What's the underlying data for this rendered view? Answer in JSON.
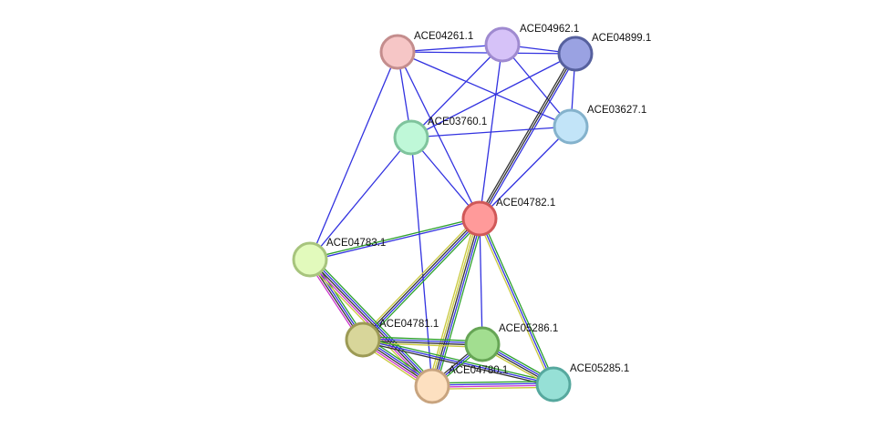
{
  "network": {
    "nodes": [
      {
        "id": "ACE04261.1",
        "label": "ACE04261.1",
        "fill": "#f6c6c6",
        "stroke": "#c48d8d"
      },
      {
        "id": "ACE04962.1",
        "label": "ACE04962.1",
        "fill": "#d6c2f8",
        "stroke": "#9f8ad0"
      },
      {
        "id": "ACE04899.1",
        "label": "ACE04899.1",
        "fill": "#9aa2e2",
        "stroke": "#56609e"
      },
      {
        "id": "ACE03627.1",
        "label": "ACE03627.1",
        "fill": "#c2e4f8",
        "stroke": "#84b2cc"
      },
      {
        "id": "ACE03760.1",
        "label": "ACE03760.1",
        "fill": "#bff8d8",
        "stroke": "#7fc49d"
      },
      {
        "id": "ACE04782.1",
        "label": "ACE04782.1",
        "fill": "#ff9a9a",
        "stroke": "#d05858"
      },
      {
        "id": "ACE04783.1",
        "label": "ACE04783.1",
        "fill": "#e2fabc",
        "stroke": "#a7c47d"
      },
      {
        "id": "ACE04781.1",
        "label": "ACE04781.1",
        "fill": "#d8d69a",
        "stroke": "#9c9a55"
      },
      {
        "id": "ACE05286.1",
        "label": "ACE05286.1",
        "fill": "#a2de90",
        "stroke": "#66a555"
      },
      {
        "id": "ACE04780.1",
        "label": "ACE04780.1",
        "fill": "#fde0c0",
        "stroke": "#c8a47f"
      },
      {
        "id": "ACE05285.1",
        "label": "ACE05285.1",
        "fill": "#96e0d6",
        "stroke": "#56a89e"
      }
    ],
    "edges": [
      {
        "source": "ACE04261.1",
        "target": "ACE04962.1",
        "colors": [
          "#3232e0"
        ]
      },
      {
        "source": "ACE04261.1",
        "target": "ACE04899.1",
        "colors": [
          "#3232e0"
        ]
      },
      {
        "source": "ACE04261.1",
        "target": "ACE03627.1",
        "colors": [
          "#3232e0"
        ]
      },
      {
        "source": "ACE04261.1",
        "target": "ACE03760.1",
        "colors": [
          "#3232e0"
        ]
      },
      {
        "source": "ACE04261.1",
        "target": "ACE04782.1",
        "colors": [
          "#3232e0"
        ]
      },
      {
        "source": "ACE04261.1",
        "target": "ACE04783.1",
        "colors": [
          "#3232e0"
        ]
      },
      {
        "source": "ACE04962.1",
        "target": "ACE04899.1",
        "colors": [
          "#3232e0"
        ]
      },
      {
        "source": "ACE04962.1",
        "target": "ACE03627.1",
        "colors": [
          "#3232e0"
        ]
      },
      {
        "source": "ACE04962.1",
        "target": "ACE03760.1",
        "colors": [
          "#3232e0"
        ]
      },
      {
        "source": "ACE04962.1",
        "target": "ACE04782.1",
        "colors": [
          "#3232e0"
        ]
      },
      {
        "source": "ACE04899.1",
        "target": "ACE03627.1",
        "colors": [
          "#3232e0"
        ]
      },
      {
        "source": "ACE04899.1",
        "target": "ACE03760.1",
        "colors": [
          "#3232e0"
        ]
      },
      {
        "source": "ACE04899.1",
        "target": "ACE04782.1",
        "colors": [
          "#3232e0",
          "#333333",
          "#333333"
        ]
      },
      {
        "source": "ACE03627.1",
        "target": "ACE03760.1",
        "colors": [
          "#3232e0"
        ]
      },
      {
        "source": "ACE03627.1",
        "target": "ACE04782.1",
        "colors": [
          "#3232e0"
        ]
      },
      {
        "source": "ACE03760.1",
        "target": "ACE04782.1",
        "colors": [
          "#3232e0"
        ]
      },
      {
        "source": "ACE03760.1",
        "target": "ACE04783.1",
        "colors": [
          "#3232e0"
        ]
      },
      {
        "source": "ACE03760.1",
        "target": "ACE04780.1",
        "colors": [
          "#3232e0"
        ]
      },
      {
        "source": "ACE04782.1",
        "target": "ACE04783.1",
        "colors": [
          "#3232e0",
          "#2ca02c"
        ]
      },
      {
        "source": "ACE04782.1",
        "target": "ACE04781.1",
        "colors": [
          "#2ca02c",
          "#3232e0",
          "#333333",
          "#c8c83c"
        ]
      },
      {
        "source": "ACE04782.1",
        "target": "ACE05286.1",
        "colors": [
          "#3232e0"
        ]
      },
      {
        "source": "ACE04782.1",
        "target": "ACE04780.1",
        "colors": [
          "#2ca02c",
          "#3232e0",
          "#333333",
          "#c8c83c",
          "#c8c83c"
        ]
      },
      {
        "source": "ACE04782.1",
        "target": "ACE05285.1",
        "colors": [
          "#2ca02c",
          "#3232e0",
          "#c8c83c"
        ]
      },
      {
        "source": "ACE04783.1",
        "target": "ACE04781.1",
        "colors": [
          "#2ca02c",
          "#3232e0",
          "#333333",
          "#cc33cc"
        ]
      },
      {
        "source": "ACE04783.1",
        "target": "ACE04780.1",
        "colors": [
          "#2ca02c",
          "#3232e0",
          "#333333",
          "#cc33cc",
          "#c8c83c"
        ]
      },
      {
        "source": "ACE04781.1",
        "target": "ACE05286.1",
        "colors": [
          "#2ca02c",
          "#3232e0",
          "#333333",
          "#c8c83c"
        ]
      },
      {
        "source": "ACE04781.1",
        "target": "ACE04780.1",
        "colors": [
          "#2ca02c",
          "#3232e0",
          "#333333",
          "#cc33cc",
          "#c8c83c"
        ]
      },
      {
        "source": "ACE04781.1",
        "target": "ACE05285.1",
        "colors": [
          "#2ca02c",
          "#3232e0",
          "#333333"
        ]
      },
      {
        "source": "ACE05286.1",
        "target": "ACE04780.1",
        "colors": [
          "#2ca02c",
          "#3232e0",
          "#333333"
        ]
      },
      {
        "source": "ACE05286.1",
        "target": "ACE05285.1",
        "colors": [
          "#2ca02c",
          "#3232e0",
          "#333333",
          "#c8c83c"
        ]
      },
      {
        "source": "ACE04780.1",
        "target": "ACE05285.1",
        "colors": [
          "#2ca02c",
          "#3232e0",
          "#cc33cc",
          "#c8c83c"
        ]
      }
    ]
  }
}
